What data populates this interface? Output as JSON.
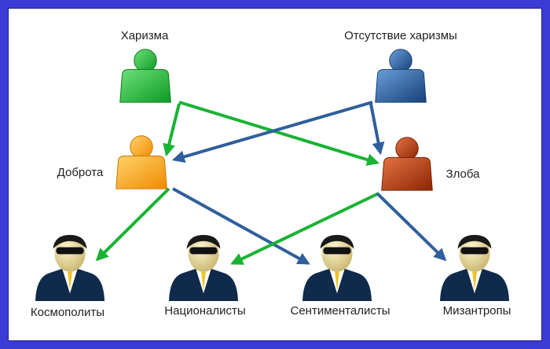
{
  "colors": {
    "frame": "#3b3bd6",
    "green": "#19b334",
    "blue": "#2f5f9c",
    "orange": "#f7a21b",
    "red": "#b8390f",
    "suit": "#0f2a4a"
  },
  "nodes": {
    "charisma": "Харизма",
    "no_charisma": "Отсутствие харизмы",
    "kindness": "Доброта",
    "malice": "Злоба"
  },
  "people": {
    "cosmopolitans": "Космополиты",
    "nationalists": "Националисты",
    "sentimentalists": "Сентименталисты",
    "misanthropes": "Мизантропы"
  }
}
